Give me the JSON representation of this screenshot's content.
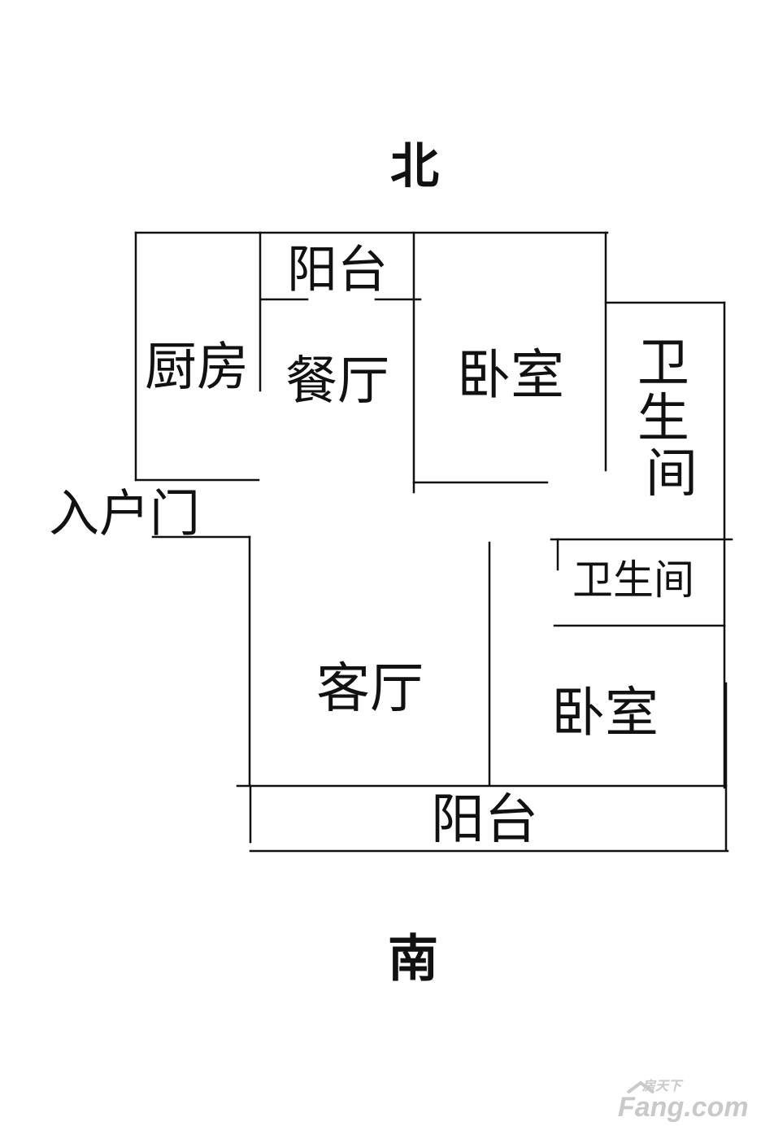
{
  "compass": {
    "north": "北",
    "south": "南"
  },
  "rooms": {
    "kitchen": "厨房",
    "north_balcony": "阳台",
    "dining_room": "餐厅",
    "bedroom_north": "卧室",
    "bathroom_large": "卫生间",
    "entrance_door": "入户门",
    "bathroom_small": "卫生间",
    "living_room": "客厅",
    "bedroom_south": "卧室",
    "south_balcony": "阳台"
  },
  "watermark": {
    "top": "房天下",
    "bottom": "Fang.com",
    "accent_color": "#c9c9c9"
  }
}
